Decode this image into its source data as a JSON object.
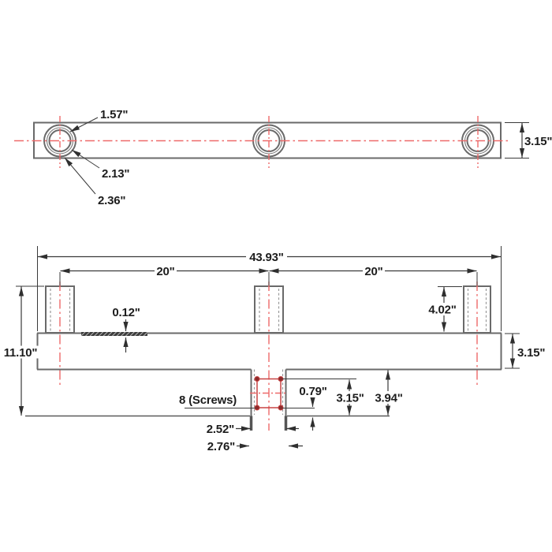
{
  "drawing": {
    "type": "technical-dimension-drawing",
    "colors": {
      "outline": "#6a6a6a",
      "dimension": "#3a3a3a",
      "centerline_red": "#ee6a6a",
      "screw_red": "#c84444",
      "background": "#ffffff"
    },
    "top_view": {
      "labels": {
        "hole_inner_diameter": "1.57\"",
        "hole_middle_diameter": "2.13\"",
        "hole_outer_diameter": "2.36\"",
        "bar_depth": "3.15\""
      }
    },
    "front_view": {
      "labels": {
        "overall_width": "43.93\"",
        "post_spacing_left": "20\"",
        "post_spacing_right": "20\"",
        "overall_height": "11.10\"",
        "pad_thickness": "0.12\"",
        "post_height": "4.02\"",
        "bar_height": "3.15\"",
        "screw_edge_offset": "0.79\"",
        "screw_pattern_height": "3.15\"",
        "bracket_drop": "3.94\"",
        "screws_note": "8 (Screws)",
        "tube_inner_width": "2.52\"",
        "tube_outer_width": "2.76\""
      }
    }
  }
}
